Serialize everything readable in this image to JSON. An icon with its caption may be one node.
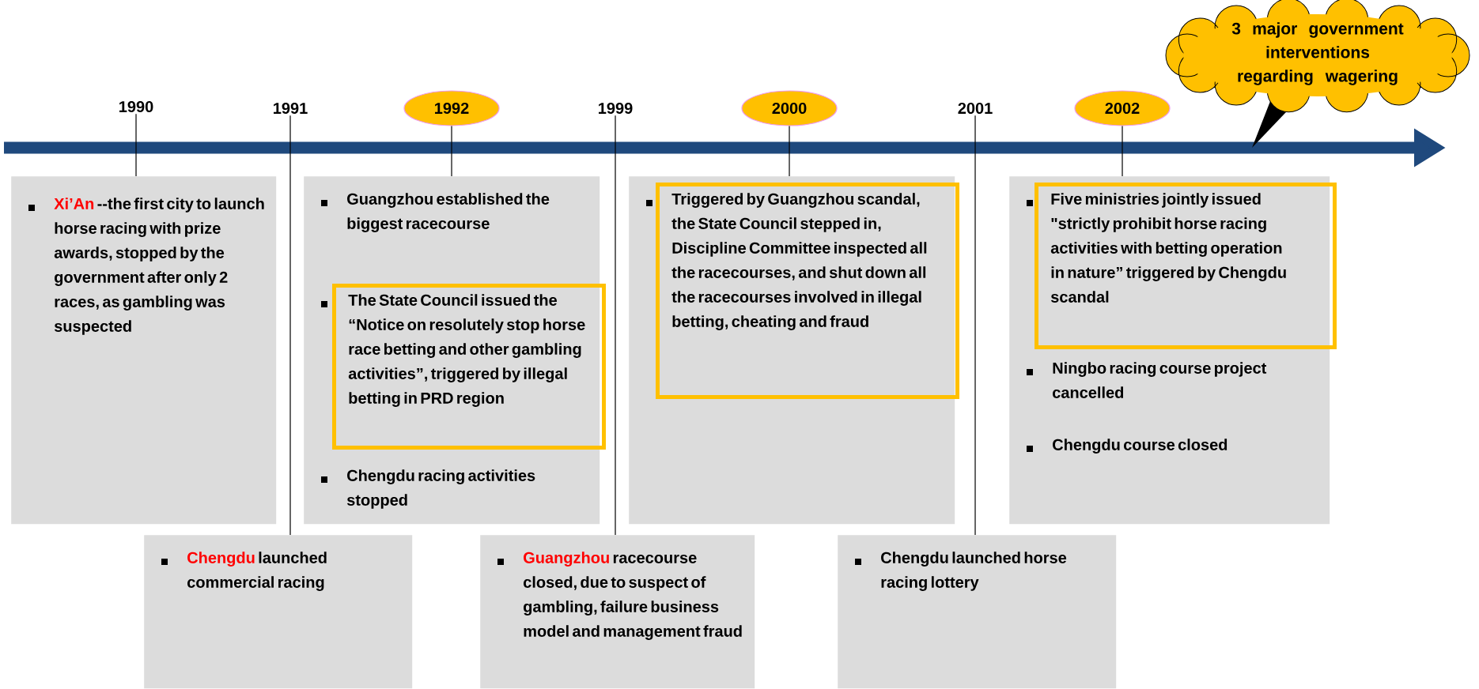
{
  "diagram": {
    "nodes": [
      {
        "text": [
          "1990"
        ]
      },
      {
        "text": [
          "Xi’An",
          "--the first city to launch horse racing with prize awards, stopped by the government after only 2 races, as gambling was suspected"
        ]
      },
      {
        "text": [
          "1991"
        ]
      },
      {
        "text": [
          "Chengdu",
          "launched commercial racing"
        ]
      },
      {
        "text": [
          "1992"
        ]
      },
      {
        "text": [
          "Guangzhou established the biggest racecourse",
          "Chengdu racing activities stopped"
        ]
      },
      {
        "text": [
          "The State Council issued the “Notice on resolutely stop horse race betting and other gambling activities”, triggered by illegal betting in PRD region"
        ],
        "in": 5
      },
      {
        "text": [
          "1999"
        ]
      },
      {
        "text": [
          "Guangzhou",
          "racecourse closed, due to suspect of gambling, failure business model and management fraud"
        ]
      },
      {
        "text": [
          "2000"
        ]
      },
      {
        "text": [],
        "shape": "box"
      },
      {
        "text": [
          "Triggered by Guangzhou scandal, the State Council stepped in, Discipline Committee inspected all the racecourses, and shut down all the racecourses involved in illegal betting, cheating and fraud"
        ],
        "in": 10
      },
      {
        "text": [
          "2001"
        ]
      },
      {
        "text": [
          "Chengdu launched horse racing lottery"
        ]
      },
      {
        "text": [
          "2002"
        ]
      },
      {
        "text": [
          "Ningbo racing course project cancelled",
          "Chengdu course closed"
        ]
      },
      {
        "text": [
          "Five ministries jointly issued \"strictly prohibit horse racing activities with betting operation in nature” triggered by Chengdu scandal"
        ],
        "in": 15
      },
      {
        "text": [
          "3 major government interventions regarding wagering"
        ]
      }
    ],
    "edges": [
      {
        "from": 0,
        "to": 1,
        "arrow": "none"
      },
      {
        "from": 2,
        "to": 3,
        "arrow": "none"
      },
      {
        "from": 4,
        "to": 5,
        "arrow": "none"
      },
      {
        "from": 7,
        "to": 8,
        "arrow": "none"
      },
      {
        "from": 9,
        "to": 10,
        "arrow": "none"
      },
      {
        "from": 12,
        "to": 13,
        "arrow": "none"
      },
      {
        "from": 14,
        "to": 15,
        "arrow": "none"
      }
    ]
  }
}
